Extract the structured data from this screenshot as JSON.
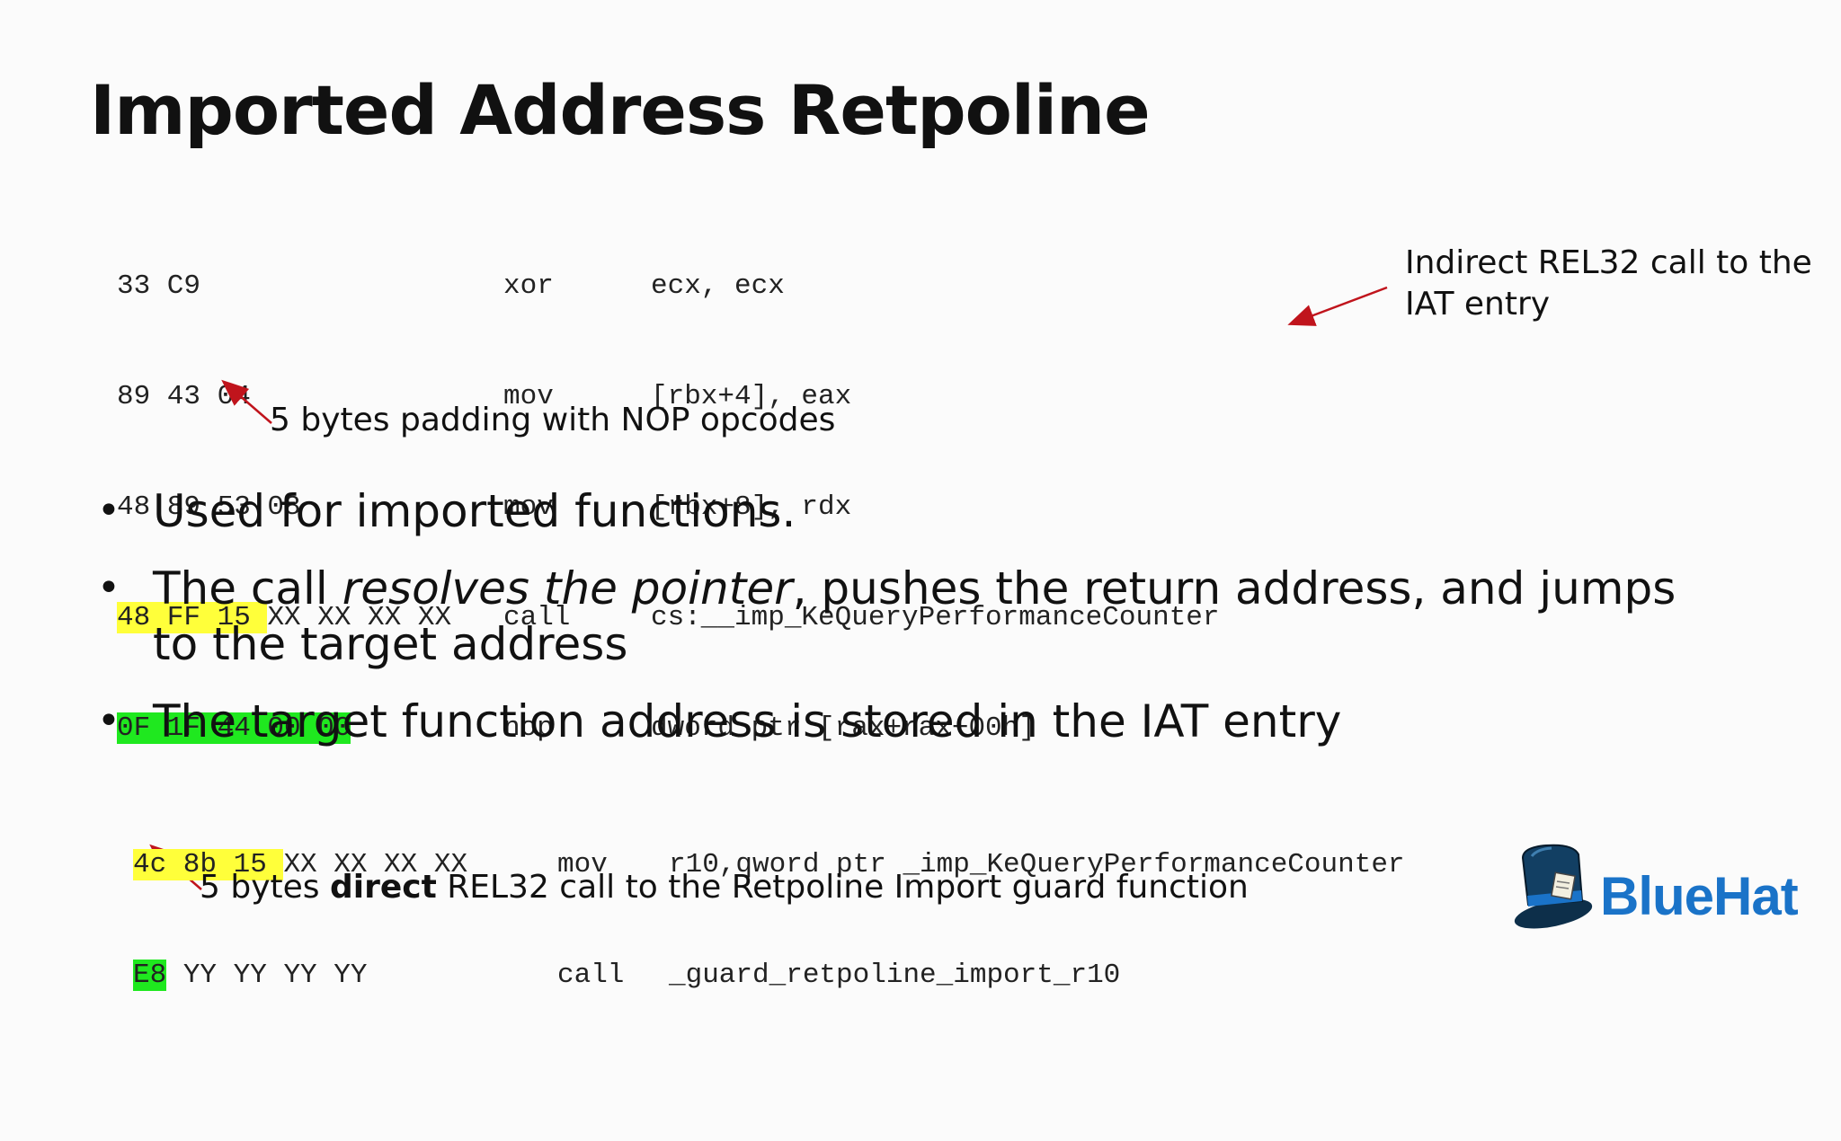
{
  "slide": {
    "title": "Imported Address Retpoline"
  },
  "asm1": {
    "rows": [
      {
        "bytes": "33 C9",
        "mnemonic": "xor",
        "operands": "ecx, ecx"
      },
      {
        "bytes": "89 43 04",
        "mnemonic": "mov",
        "operands": "[rbx+4], eax"
      },
      {
        "bytes": "48 89 53 08",
        "mnemonic": "mov",
        "operands": "[rbx+8], rdx"
      },
      {
        "bytes_hl": "48 FF 15 ",
        "bytes_rest": "XX XX XX XX",
        "mnemonic": "call",
        "operands": "cs:__imp_KeQueryPerformanceCounter"
      },
      {
        "bytes_hl": "0F 1F 44 00 00",
        "mnemonic": "nop",
        "operands": "dword ptr [rax+rax+00h]"
      }
    ]
  },
  "annotations": {
    "iat_call": "Indirect REL32 call to the\nIAT entry",
    "nop_padding": "5 bytes padding with NOP opcodes",
    "direct_prefix": "5 bytes ",
    "direct_bold": "direct",
    "direct_suffix": " REL32 call to the Retpoline Import guard function"
  },
  "bullets": [
    {
      "text": "Used for imported functions."
    },
    {
      "pre": "The call ",
      "em": "resolves the pointer",
      "post": ", pushes the return address, and jumps to the target address"
    },
    {
      "text": "The target function address is stored in the IAT entry"
    }
  ],
  "asm2": {
    "rows": [
      {
        "bytes_hl": "4c 8b 15 ",
        "bytes_rest": "XX XX XX XX",
        "mnemonic": "mov",
        "operands": "r10,qword ptr _imp_KeQueryPerformanceCounter"
      },
      {
        "bytes_hl": "E8",
        "bytes_rest": " YY YY YY YY",
        "mnemonic": "call",
        "operands": "_guard_retpoline_import_r10"
      }
    ]
  },
  "logo": {
    "text": "BlueHat",
    "icon": "top-hat-icon"
  },
  "colors": {
    "highlight_yellow": "#ffff3a",
    "highlight_green": "#1fe81f",
    "arrow": "#c0141c",
    "logo_blue": "#1a73c8"
  }
}
